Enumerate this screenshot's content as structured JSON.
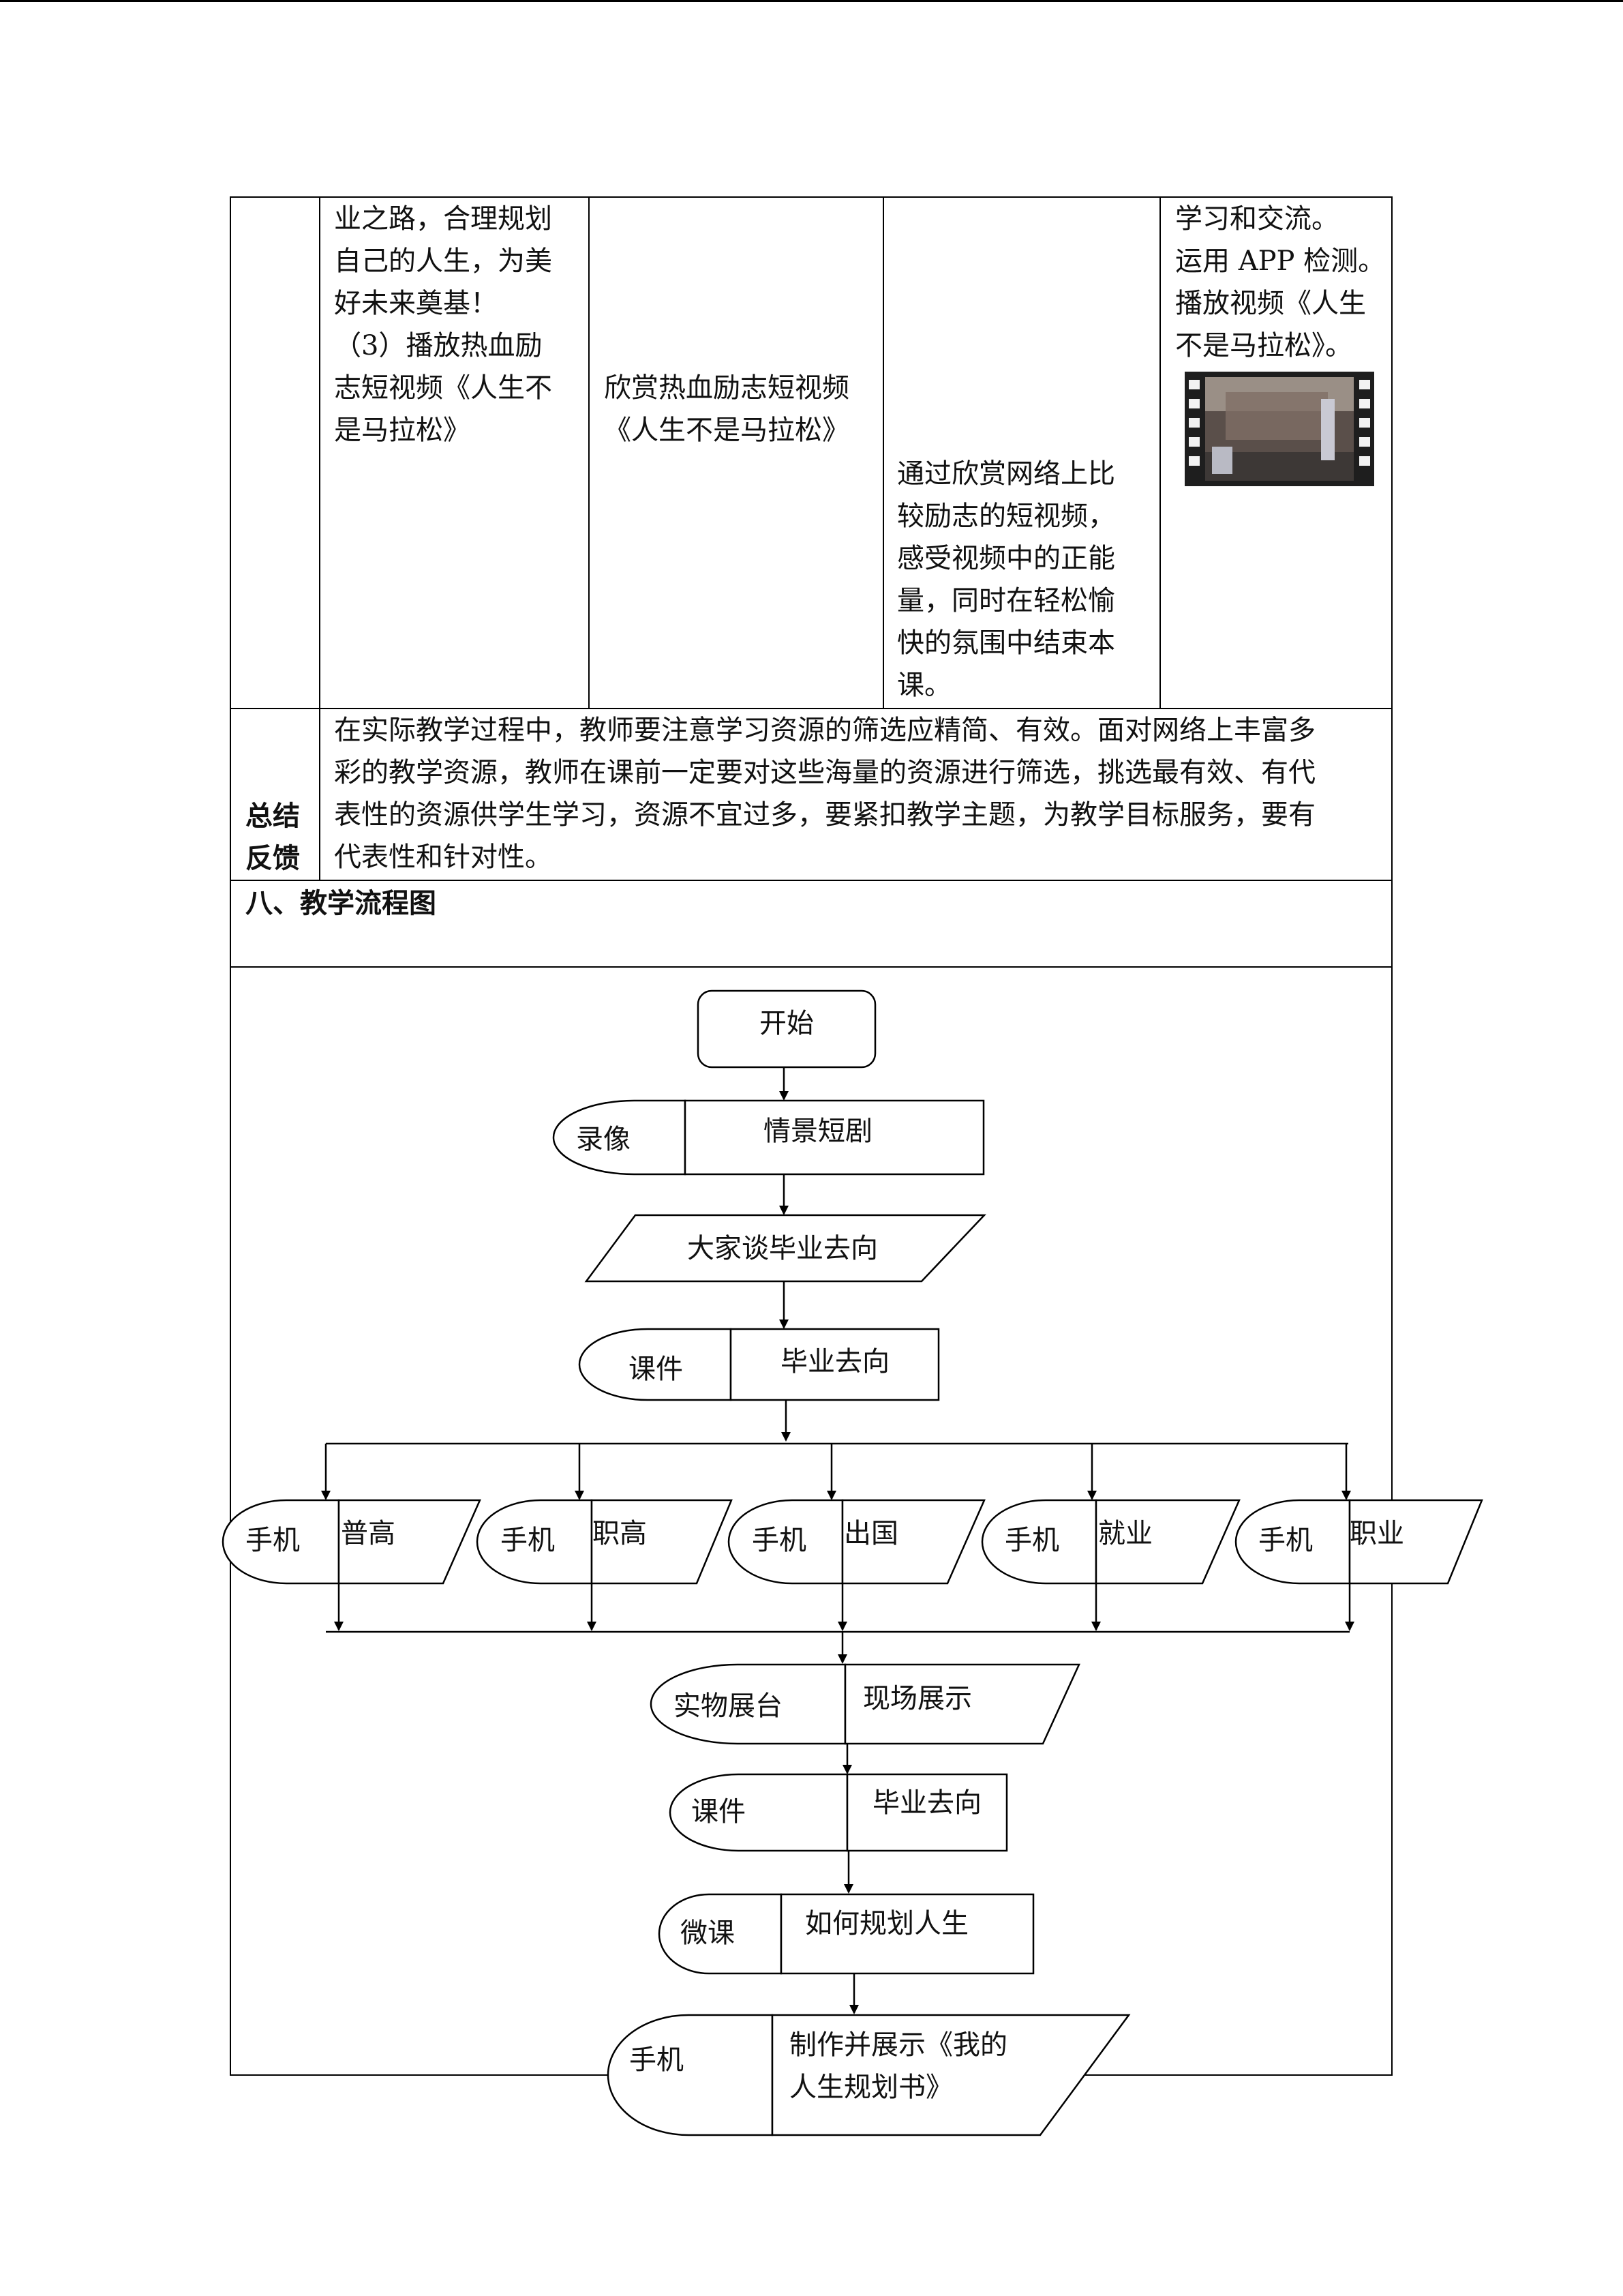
{
  "table": {
    "col2_text": "业之路，合理规划\n自己的人生，为美\n好未来奠基！\n（3）播放热血励\n志短视频《人生不\n是马拉松》",
    "col3_text": "欣赏热血励志短视频\n《人生不是马拉松》",
    "col4_text": "通过欣赏网络上比\n较励志的短视频，\n感受视频中的正能\n量，同时在轻松愉\n快的氛围中结束本\n课。",
    "col5_text": "学习和交流。\n运用 APP 检测。\n播放视频《人生\n不是马拉松》。",
    "video_thumbnail": "video-film-thumbnail",
    "summary_label_1": "总结",
    "summary_label_2": "反馈",
    "summary_text": "在实际教学过程中，教师要注意学习资源的筛选应精简、有效。面对网络上丰富多\n彩的教学资源，教师在课前一定要对这些海量的资源进行筛选，挑选最有效、有代\n表性的资源供学生学习，资源不宜过多，要紧扣教学主题，为教学目标服务，要有\n代表性和针对性。",
    "section_heading": "八、教学流程图"
  },
  "flowchart": {
    "start": "开始",
    "step1_media": "录像",
    "step1_label": "情景短剧",
    "step2_label": "大家谈毕业去向",
    "step3_media": "课件",
    "step3_label": "毕业去向",
    "branches": [
      {
        "media": "手机",
        "label": "普高"
      },
      {
        "media": "手机",
        "label": "职高"
      },
      {
        "media": "手机",
        "label": "出国"
      },
      {
        "media": "手机",
        "label": "就业"
      },
      {
        "media": "手机",
        "label": "职业"
      }
    ],
    "step4_media": "实物展台",
    "step4_label": "现场展示",
    "step5_media": "课件",
    "step5_label": "毕业去向",
    "step6_media": "微课",
    "step6_label": "如何规划人生",
    "step7_media": "手机",
    "step7_label_line1": "制作并展示《我的",
    "step7_label_line2": "人生规划书》"
  }
}
